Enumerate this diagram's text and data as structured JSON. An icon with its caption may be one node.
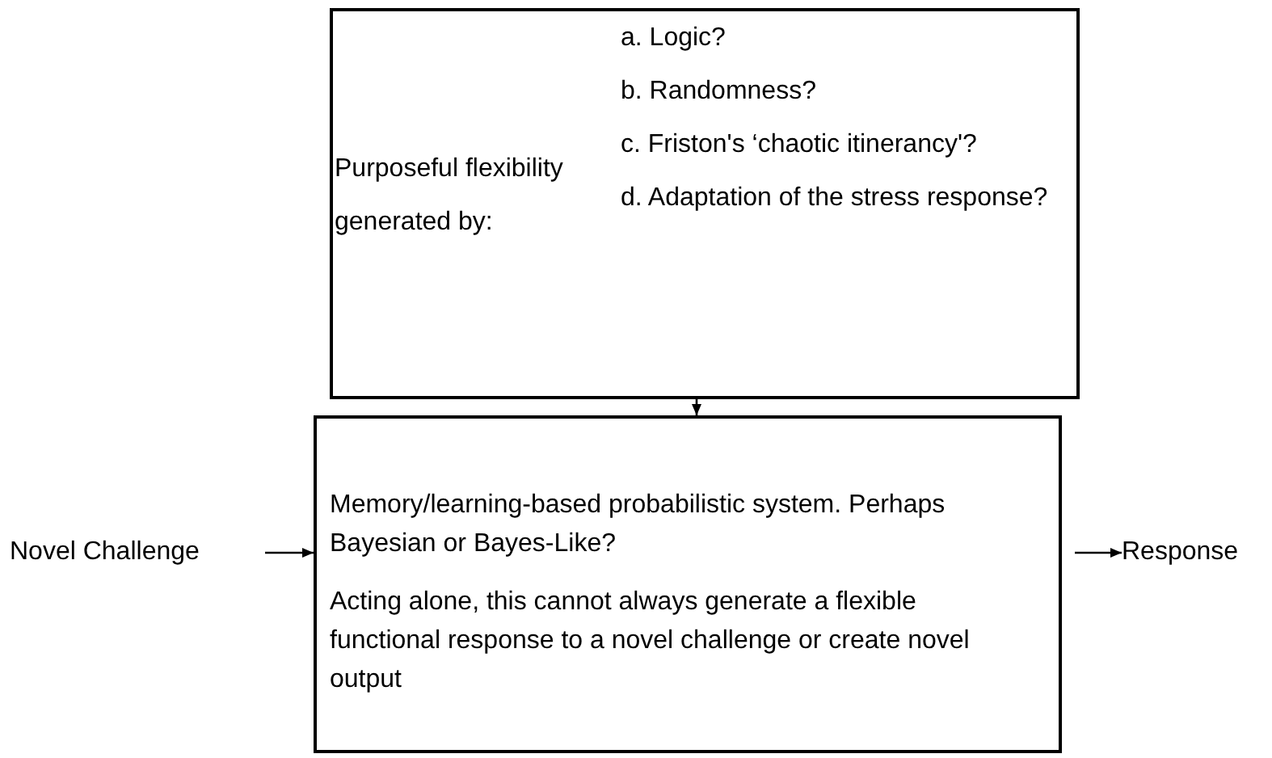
{
  "diagram": {
    "nodes": [
      {
        "text": [
          "Purposeful flexibility generated by:",
          "a. Logic?",
          "b. Randomness?",
          "c. Friston's ‘chaotic itinerancy'?",
          "d. Adaptation of the stress response?"
        ]
      },
      {
        "text": [
          "Memory/learning-based probabilistic system. Perhaps Bayesian or Bayes-Like?",
          "Acting alone, this cannot always generate a flexible functional response to a novel challenge or create novel output"
        ]
      },
      {
        "text": [
          "Novel Challenge"
        ]
      },
      {
        "text": [
          "Response"
        ]
      }
    ],
    "edges": [
      {
        "from": 0,
        "to": 1,
        "arrow": "to"
      },
      {
        "from": 2,
        "to": 1,
        "arrow": "to"
      },
      {
        "from": 1,
        "to": 3,
        "arrow": "to"
      }
    ]
  }
}
